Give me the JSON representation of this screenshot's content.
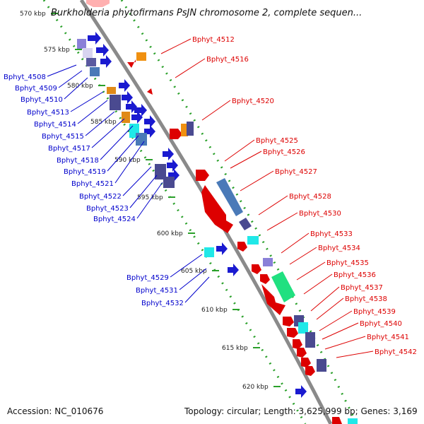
{
  "title": "Burkholderia phytofirmans PsJN chromosome 2, complete sequen...",
  "footer": {
    "accession": "Accession: NC_010676",
    "topology": "Topology: circular; Length: 3,625,999 bp; Genes: 3,169"
  },
  "scale_labels": [
    "570 kbp",
    "575 kbp",
    "580 kbp",
    "585 kbp",
    "590 kbp",
    "595 kbp",
    "600 kbp",
    "605 kbp",
    "610 kbp",
    "615 kbp",
    "620 kbp"
  ],
  "left_genes": [
    "Bphyt_4508",
    "Bphyt_4509",
    "Bphyt_4510",
    "Bphyt_4513",
    "Bphyt_4514",
    "Bphyt_4515",
    "Bphyt_4517",
    "Bphyt_4518",
    "Bphyt_4519",
    "Bphyt_4521",
    "Bphyt_4522",
    "Bphyt_4523",
    "Bphyt_4524",
    "Bphyt_4529",
    "Bphyt_4531",
    "Bphyt_4532"
  ],
  "right_genes": [
    "Bphyt_4512",
    "Bphyt_4516",
    "Bphyt_4520",
    "Bphyt_4525",
    "Bphyt_4526",
    "Bphyt_4527",
    "Bphyt_4528",
    "Bphyt_4530",
    "Bphyt_4533",
    "Bphyt_4534",
    "Bphyt_4535",
    "Bphyt_4536",
    "Bphyt_4537",
    "Bphyt_4538",
    "Bphyt_4539",
    "Bphyt_4540",
    "Bphyt_4541",
    "Bphyt_4542"
  ],
  "colors": {
    "backbone": "#8a8a8a",
    "left_label": "#0000cc",
    "right_label": "#dd0000",
    "track_dots": "#2aa02a"
  }
}
